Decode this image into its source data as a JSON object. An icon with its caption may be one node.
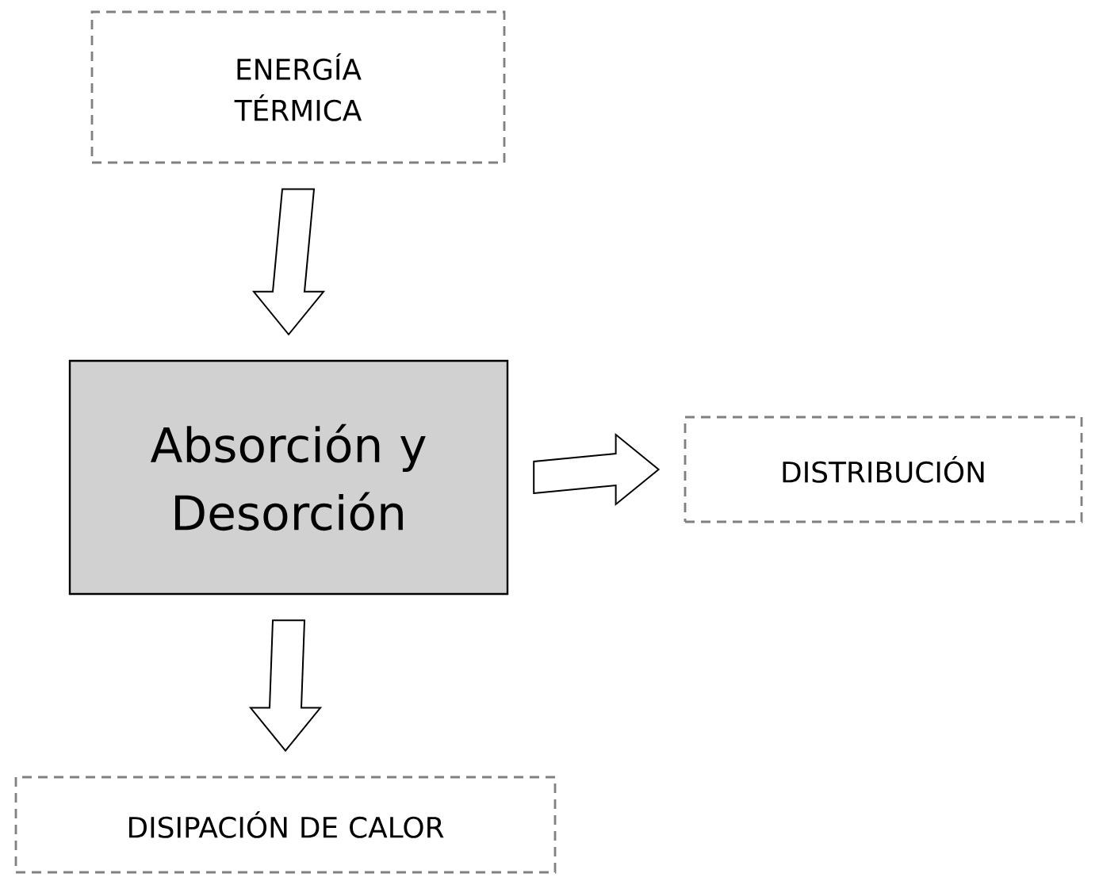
{
  "diagram": {
    "nodes": [
      {
        "text": [
          "ENERGÍA TÉRMICA"
        ]
      },
      {
        "text": [
          "Absorción y Desorción"
        ]
      },
      {
        "text": [
          "DISTRIBUCIÓN"
        ]
      },
      {
        "text": [
          "DISIPACIÓN DE CALOR"
        ]
      }
    ],
    "edges": [
      {
        "from": 0,
        "to": 1,
        "arrow": "to"
      },
      {
        "from": 1,
        "to": 2,
        "arrow": "to"
      },
      {
        "from": 1,
        "to": 3,
        "arrow": "to"
      }
    ]
  }
}
